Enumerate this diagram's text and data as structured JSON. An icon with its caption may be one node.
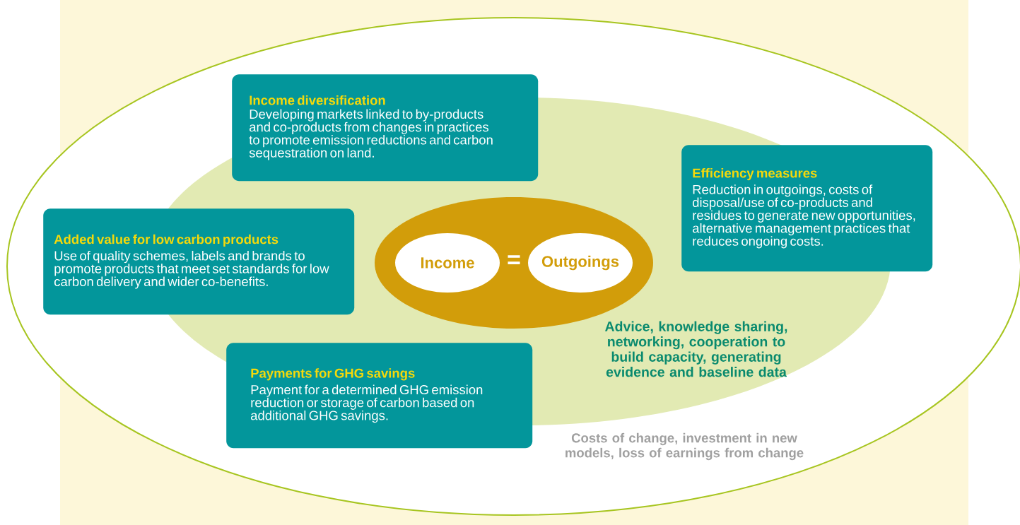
{
  "diagram": {
    "nodes": [
      {
        "text": [
          "Costs of change, investment in new models, loss of earnings from change"
        ]
      },
      {
        "text": [
          "Advice, knowledge sharing, networking, cooperation to build capacity, generating evidence and baseline data"
        ],
        "in": 0
      },
      {
        "text": [
          "="
        ],
        "in": 1
      },
      {
        "text": [
          "Income"
        ],
        "in": 2
      },
      {
        "text": [
          "Outgoings"
        ],
        "in": 2
      },
      {
        "in": 0,
        "text": [
          "Income diversification",
          "Developing markets linked to by-products and co-products from changes in practices to promote emission reductions and carbon sequestration on land."
        ]
      },
      {
        "in": 0,
        "text": [
          "Efficiency measures",
          "Reduction in outgoings, costs of disposal/use of co-products and residues to generate new opportunities, alternative management practices that reduces ongoing costs."
        ]
      },
      {
        "in": 0,
        "text": [
          "Added value for low carbon products",
          "Use of quality schemes, labels and brands to promote products that meet set standards for low carbon delivery and wider co-benefits."
        ]
      },
      {
        "in": 0,
        "text": [
          "Payments for GHG savings",
          "Payment for a determined GHG emission reduction or storage of carbon based on additional GHG savings."
        ]
      }
    ]
  }
}
